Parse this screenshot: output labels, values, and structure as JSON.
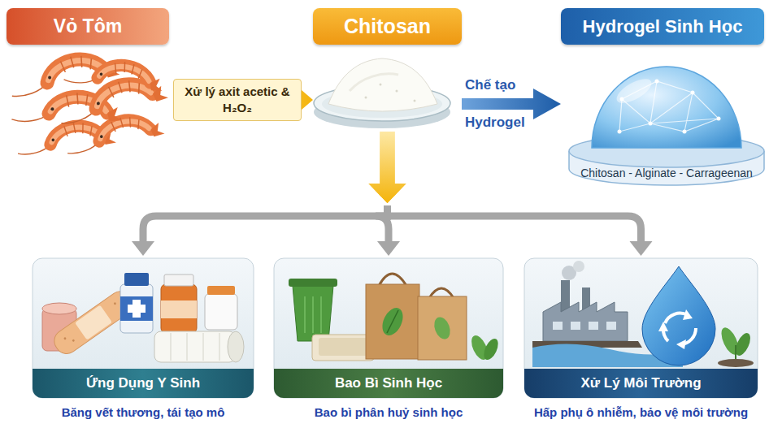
{
  "diagram": {
    "nodes": [
      {
        "text": [
          "Vỏ Tôm"
        ]
      },
      {
        "text": [
          "Chitosan"
        ]
      },
      {
        "text": [
          "Hydrogel Sinh Học"
        ]
      },
      {
        "text": [
          "Ứng Dụng Y Sinh",
          "Băng vết thương, tái tạo mô"
        ]
      },
      {
        "text": [
          "Bao Bì Sinh Học",
          "Bao bì phân huỷ sinh học"
        ]
      },
      {
        "text": [
          "Xử Lý Môi Trường",
          "Hấp phụ ô nhiễm, bảo vệ môi trường"
        ]
      }
    ],
    "edges": [
      {
        "from": 0,
        "to": 1,
        "arrow": "to",
        "label": "Xử lý axit acetic & H₂O₂"
      },
      {
        "from": 1,
        "to": 2,
        "arrow": "to",
        "label": "Chế tạo Hydrogel"
      },
      {
        "from": 1,
        "to": 3,
        "arrow": "to"
      },
      {
        "from": 1,
        "to": 4,
        "arrow": "to"
      },
      {
        "from": 1,
        "to": 5,
        "arrow": "to"
      }
    ],
    "labels": [
      "Chitosan - Alginate - Carrageenan"
    ]
  }
}
